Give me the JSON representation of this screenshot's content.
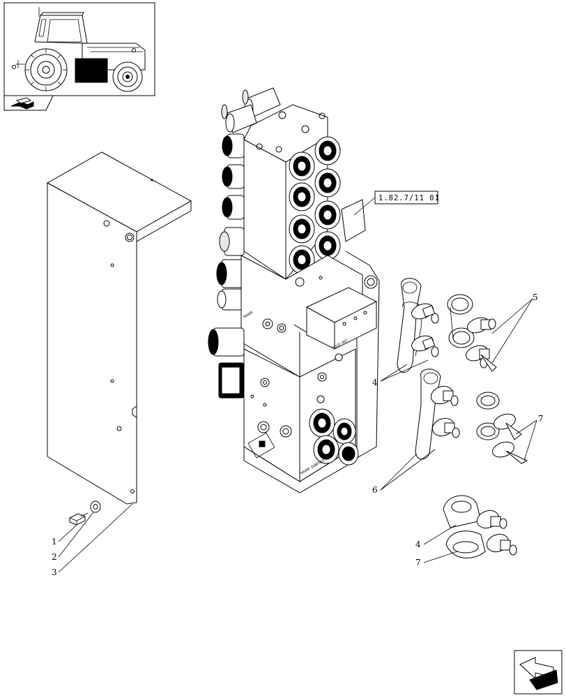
{
  "reference_label": "1.82.7/11 01",
  "callouts": [
    {
      "id": "c1",
      "text": "1"
    },
    {
      "id": "c2",
      "text": "2"
    },
    {
      "id": "c3",
      "text": "3"
    },
    {
      "id": "c4a",
      "text": "4"
    },
    {
      "id": "c5",
      "text": "5"
    },
    {
      "id": "c6",
      "text": "6"
    },
    {
      "id": "c7a",
      "text": "7"
    },
    {
      "id": "c4b",
      "text": "4"
    },
    {
      "id": "c7b",
      "text": "7"
    }
  ],
  "icons": {
    "thumbnail": "tractor-locator-icon",
    "previous": "back-arrow-icon",
    "next": "next-arrow-icon"
  }
}
